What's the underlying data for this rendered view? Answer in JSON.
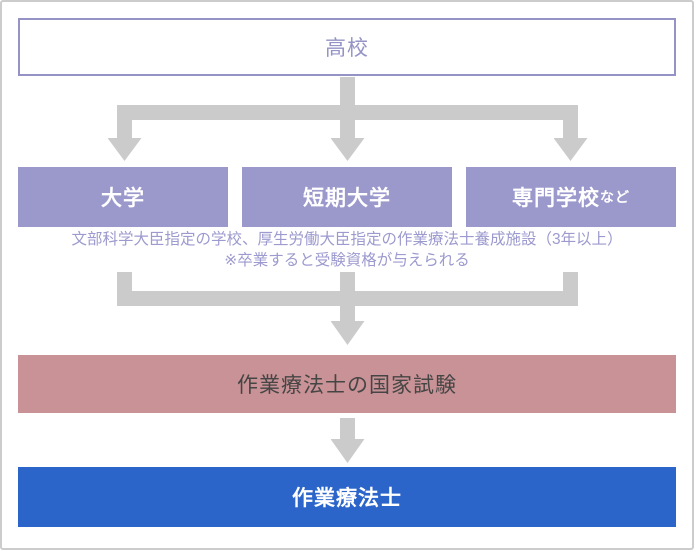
{
  "flowchart": {
    "start": {
      "label": "高校"
    },
    "paths": [
      {
        "label": "大学",
        "suffix": ""
      },
      {
        "label": "短期大学",
        "suffix": ""
      },
      {
        "label": "専門学校",
        "suffix": "など"
      }
    ],
    "note": {
      "line1": "文部科学大臣指定の学校、厚生労働大臣指定の作業療法士養成施設（3年以上）",
      "line2": "※卒業すると受験資格が与えられる"
    },
    "exam": {
      "label": "作業療法士の国家試験"
    },
    "result": {
      "label": "作業療法士"
    },
    "colors": {
      "frame_border": "#cccccc",
      "start_border_and_text": "#9593c6",
      "path_box_bg": "#9b99cb",
      "note_text": "#9c9ace",
      "arrow_gray": "#cbcbcb",
      "exam_bg": "#c99296",
      "exam_text": "#454545",
      "result_bg": "#2c65ca",
      "box_label_text": "#ffffff"
    }
  }
}
